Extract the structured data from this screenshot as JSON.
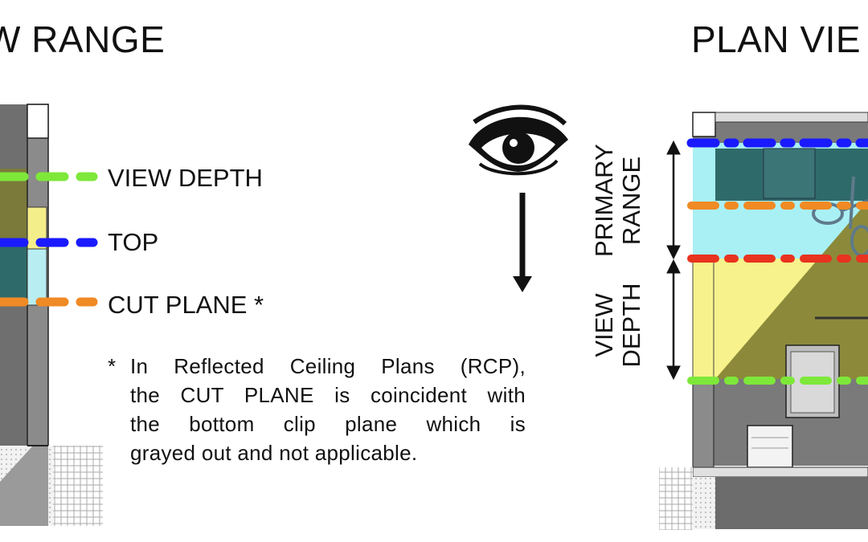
{
  "titles": {
    "left": "W RANGE",
    "right": "PLAN VIE"
  },
  "legend": {
    "view_depth": "VIEW DEPTH",
    "top": "TOP",
    "cut_plane": "CUT PLANE *"
  },
  "note": {
    "star": "*",
    "lines": [
      "In Reflected Ceiling Plans (RCP),",
      "the CUT PLANE is coincident with",
      "the bottom clip plane which is",
      "grayed out and not applicable."
    ]
  },
  "right_diagram": {
    "primary_range": [
      "PRIMARY",
      "RANGE"
    ],
    "view_depth": [
      "VIEW",
      "DEPTH"
    ]
  },
  "colors": {
    "view_depth_line": "#7ee83a",
    "top_line": "#1a1aff",
    "cut_plane_line": "#f08a24",
    "bottom_line": "#e8331f",
    "primary_fill": "#a9f0f5",
    "depth_fill": "#f7f28c"
  }
}
